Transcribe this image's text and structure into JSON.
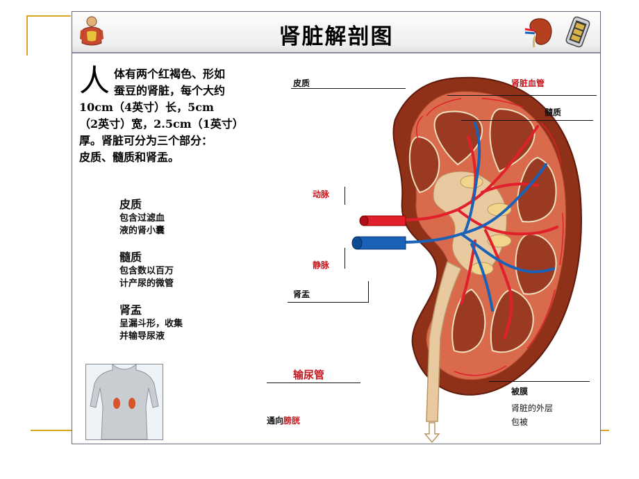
{
  "title": "肾脏解剖图",
  "intro": {
    "dropcap": "人",
    "lines": [
      "体有两个红褐色、形如",
      "蚕豆的肾脏，每个大约",
      "10cm（4英寸）长，5cm",
      "（2英寸）宽，2.5cm（1英寸）",
      "厚。肾脏可分为三个部分：",
      "皮质、髓质和肾盂。"
    ]
  },
  "parts": [
    {
      "name": "皮质",
      "desc": [
        "包含过滤血",
        "液的肾小囊"
      ]
    },
    {
      "name": "髓质",
      "desc": [
        "包含数以百万",
        "计产尿的微管"
      ]
    },
    {
      "name": "肾盂",
      "desc": [
        "呈漏斗形，收集",
        "并输导尿液"
      ]
    }
  ],
  "labels": {
    "cortex": "皮质",
    "renal_vessels": "肾脏血管",
    "medulla": "髓质",
    "artery": "动脉",
    "vein": "静脉",
    "pelvis": "肾盂",
    "ureter": "输尿管",
    "capsule": "被膜",
    "capsule_desc1": "肾脏的外层",
    "capsule_desc2": "包被",
    "to_bladder_prefix": "通向",
    "to_bladder_red": "膀胱"
  },
  "icons": [
    "human-anatomy-icon",
    "kidney-icon",
    "film-reel-icon"
  ],
  "colors": {
    "red_label": "#c8161d",
    "kidney_outer": "#8f3018",
    "cortex": "#d96a4c",
    "pyramid": "#9b3a22",
    "artery": "#e0202a",
    "vein": "#1a62b8",
    "ureter": "#e8c9a0",
    "accent_lines": "#d9a521"
  }
}
